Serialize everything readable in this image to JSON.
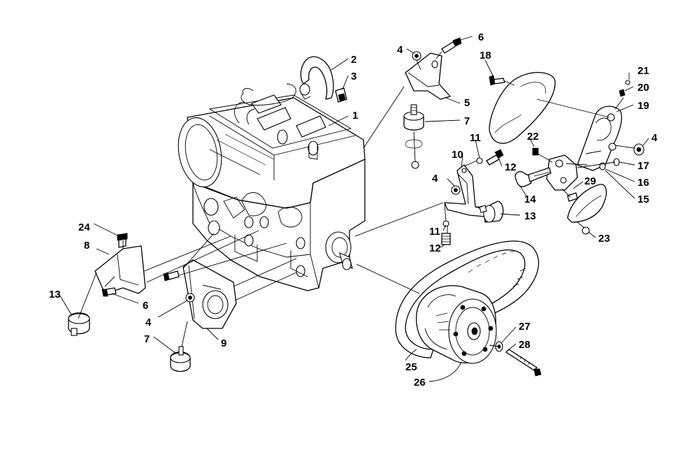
{
  "callouts": [
    {
      "number": "1"
    },
    {
      "number": "2"
    },
    {
      "number": "3"
    },
    {
      "number": "4"
    },
    {
      "number": "6"
    },
    {
      "number": "18"
    },
    {
      "number": "5"
    },
    {
      "number": "7"
    },
    {
      "number": "21"
    },
    {
      "number": "20"
    },
    {
      "number": "19"
    },
    {
      "number": "4"
    },
    {
      "number": "22"
    },
    {
      "number": "17"
    },
    {
      "number": "16"
    },
    {
      "number": "15"
    },
    {
      "number": "29"
    },
    {
      "number": "14"
    },
    {
      "number": "11"
    },
    {
      "number": "10"
    },
    {
      "number": "12"
    },
    {
      "number": "4"
    },
    {
      "number": "13"
    },
    {
      "number": "11"
    },
    {
      "number": "12"
    },
    {
      "number": "23"
    },
    {
      "number": "24"
    },
    {
      "number": "8"
    },
    {
      "number": "13"
    },
    {
      "number": "6"
    },
    {
      "number": "4"
    },
    {
      "number": "7"
    },
    {
      "number": "9"
    },
    {
      "number": "27"
    },
    {
      "number": "28"
    },
    {
      "number": "25"
    },
    {
      "number": "26"
    }
  ]
}
